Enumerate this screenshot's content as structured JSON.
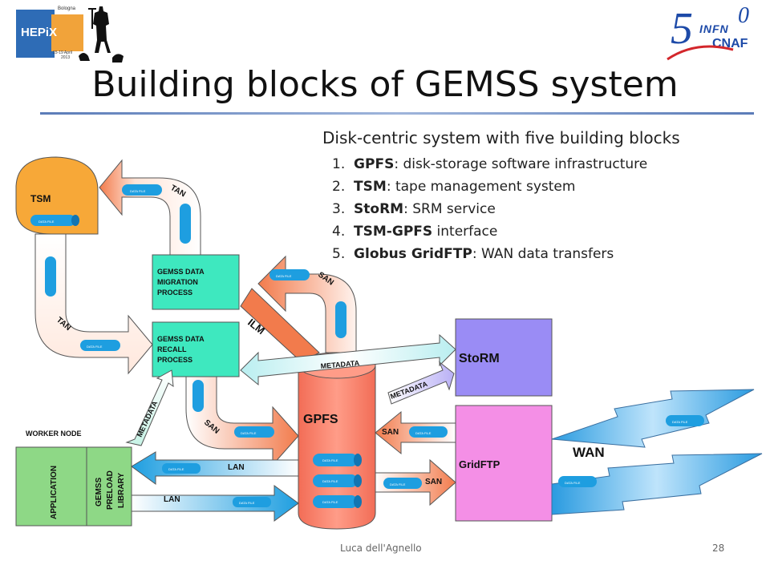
{
  "slide": {
    "title": "Building blocks of GEMSS system",
    "intro": "Disk-centric system with five building blocks",
    "items": [
      {
        "num": "1.",
        "name": "GPFS",
        "desc": ": disk-storage software infrastructure"
      },
      {
        "num": "2.",
        "name": "TSM",
        "desc": ": tape management system"
      },
      {
        "num": "3.",
        "name": "StoRM",
        "desc": ": SRM service"
      },
      {
        "num": "4.",
        "name": "TSM-GPFS",
        "desc": " interface"
      },
      {
        "num": "5.",
        "name": "Globus GridFTP",
        "desc": ": WAN data transfers"
      }
    ],
    "footer_author": "Luca dell'Agnello",
    "page_number": "28"
  },
  "logos": {
    "hepix": {
      "line1": "Bologna",
      "brand": "HEPiX",
      "dates": "15-19 April",
      "year": "2013"
    },
    "infn": {
      "number": "5",
      "sup": "0",
      "brand1": "INFN",
      "brand2": "CNAF"
    }
  },
  "diagram": {
    "tsm": "TSM",
    "migration": [
      "GEMSS DATA",
      "MIGRATION",
      "PROCESS"
    ],
    "recall": [
      "GEMSS DATA",
      "RECALL",
      "PROCESS"
    ],
    "gpfs": "GPFS",
    "storm": "StoRM",
    "gridftp": "GridFTP",
    "wan": "WAN",
    "worker_node": "WORKER NODE",
    "application": "APPLICATION",
    "preload": [
      "GEMSS",
      "PRELOAD",
      "LIBRARY"
    ],
    "tan": "TAN",
    "san": "SAN",
    "lan": "LAN",
    "ilm": "ILM",
    "metadata": "METADATA",
    "data_file": "DATA FILE"
  },
  "colors": {
    "orange": "#f27b4c",
    "teal_box": "#3ee8bf",
    "storm": "#9a8cf5",
    "gridftp": "#f48fe6",
    "file_blue": "#1e9ee0",
    "preload": "#8ed886",
    "tan_arrow": "#ffe3d6"
  }
}
